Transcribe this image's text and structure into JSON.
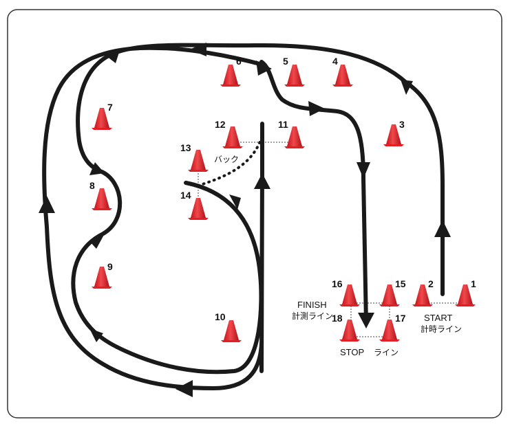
{
  "cones": [
    {
      "id": "1",
      "label": "1"
    },
    {
      "id": "2",
      "label": "2"
    },
    {
      "id": "3",
      "label": "3"
    },
    {
      "id": "4",
      "label": "4"
    },
    {
      "id": "5",
      "label": "5"
    },
    {
      "id": "6",
      "label": "6"
    },
    {
      "id": "7",
      "label": "7"
    },
    {
      "id": "8",
      "label": "8"
    },
    {
      "id": "9",
      "label": "9"
    },
    {
      "id": "10",
      "label": "10"
    },
    {
      "id": "11",
      "label": "11"
    },
    {
      "id": "12",
      "label": "12"
    },
    {
      "id": "13",
      "label": "13"
    },
    {
      "id": "14",
      "label": "14"
    },
    {
      "id": "15",
      "label": "15"
    },
    {
      "id": "16",
      "label": "16"
    },
    {
      "id": "17",
      "label": "17"
    },
    {
      "id": "18",
      "label": "18"
    }
  ],
  "labels": {
    "back": "バック",
    "finish": "FINISH",
    "finish_line": "計測ライン",
    "start": "START",
    "start_line": "計時ライン",
    "stop_prefix": "STOP",
    "stop_suffix": "ライン"
  },
  "colors": {
    "cone": "#e31e24",
    "path": "#1a1a1a",
    "frame": "#333333"
  }
}
